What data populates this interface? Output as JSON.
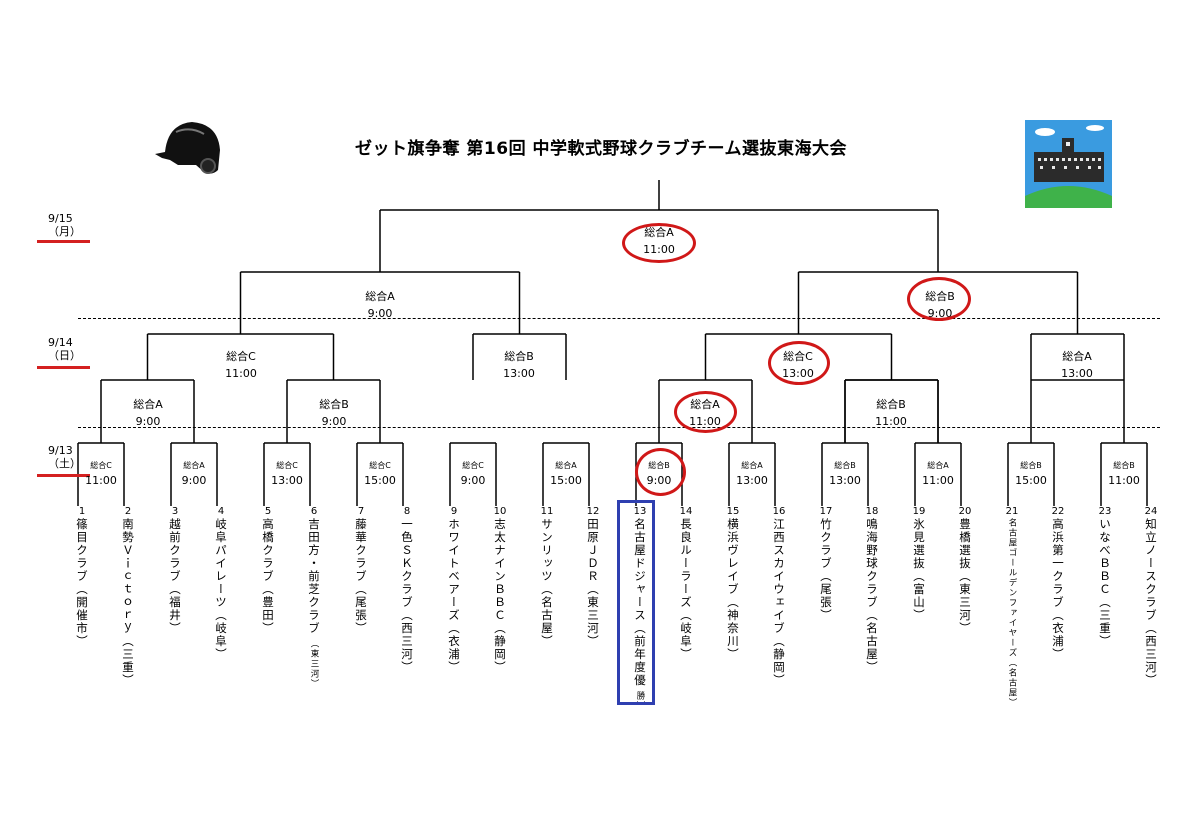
{
  "title": "ゼット旗争奪 第16回 中学軟式野球クラブチーム選抜東海大会",
  "dates": [
    {
      "date": "9/15",
      "day": "（月）"
    },
    {
      "date": "9/14",
      "day": "（日）"
    },
    {
      "date": "9/13",
      "day": "（土）"
    }
  ],
  "matches": {
    "final": {
      "venue": "総合A",
      "time": "11:00"
    },
    "sf_left": {
      "venue": "総合A",
      "time": "9:00"
    },
    "sf_right": {
      "venue": "総合B",
      "time": "9:00"
    },
    "qf1": {
      "venue": "総合C",
      "time": "11:00"
    },
    "qf2": {
      "venue": "総合B",
      "time": "13:00"
    },
    "qf3": {
      "venue": "総合C",
      "time": "13:00"
    },
    "qf4": {
      "venue": "総合A",
      "time": "13:00"
    },
    "r2_1": {
      "venue": "総合A",
      "time": "9:00"
    },
    "r2_2": {
      "venue": "総合B",
      "time": "9:00"
    },
    "r2_3": {
      "venue": "総合A",
      "time": "11:00"
    },
    "r2_4": {
      "venue": "総合B",
      "time": "11:00"
    },
    "r1_1": {
      "venue": "総合C",
      "time": "11:00"
    },
    "r1_2": {
      "venue": "総合A",
      "time": "9:00"
    },
    "r1_3": {
      "venue": "総合C",
      "time": "13:00"
    },
    "r1_4": {
      "venue": "総合C",
      "time": "15:00"
    },
    "r1_5": {
      "venue": "総合C",
      "time": "9:00"
    },
    "r1_6": {
      "venue": "総合A",
      "time": "15:00"
    },
    "r1_7": {
      "venue": "総合B",
      "time": "9:00"
    },
    "r1_8": {
      "venue": "総合A",
      "time": "13:00"
    },
    "r1_9": {
      "venue": "総合B",
      "time": "13:00"
    },
    "r1_10": {
      "venue": "総合A",
      "time": "11:00"
    },
    "r1_11": {
      "venue": "総合B",
      "time": "15:00"
    },
    "r1_12": {
      "venue": "総合B",
      "time": "11:00"
    }
  },
  "teams": [
    {
      "num": "1",
      "name": "篠目クラブ（開催市）"
    },
    {
      "num": "2",
      "name": "南勢Ｖｉｃｔｏｒｙ（三重）"
    },
    {
      "num": "3",
      "name": "越前クラブ（福井）"
    },
    {
      "num": "4",
      "name": "岐阜パイレーツ（岐阜）"
    },
    {
      "num": "5",
      "name": "高橋クラブ（豊田）"
    },
    {
      "num": "6",
      "name": "吉田方・前芝クラブ",
      "sub": "（東三河）"
    },
    {
      "num": "7",
      "name": "藤華クラブ（尾張）"
    },
    {
      "num": "8",
      "name": "一色ＳＫクラブ（西三河）"
    },
    {
      "num": "9",
      "name": "ホワイトベアーズ（衣浦）"
    },
    {
      "num": "10",
      "name": "志太ナインＢＢＣ（静岡）"
    },
    {
      "num": "11",
      "name": "サンリッツ（名古屋）"
    },
    {
      "num": "12",
      "name": "田原ＪＤＲ（東三河）"
    },
    {
      "num": "13",
      "name": "名古屋ドジャース（前年度優",
      "sub": "勝）"
    },
    {
      "num": "14",
      "name": "長良ルーラーズ（岐阜）"
    },
    {
      "num": "15",
      "name": "横浜ヴレイブ（神奈川）"
    },
    {
      "num": "16",
      "name": "江西スカイウェイブ（静岡）"
    },
    {
      "num": "17",
      "name": "竹クラブ（尾張）"
    },
    {
      "num": "18",
      "name": "鳴海野球クラブ（名古屋）"
    },
    {
      "num": "19",
      "name": "氷見選抜（富山）"
    },
    {
      "num": "20",
      "name": "豊橋選抜（東三河）"
    },
    {
      "num": "21",
      "name": "名古屋ゴールデンファイヤーズ（名古屋）",
      "small": true
    },
    {
      "num": "22",
      "name": "高浜第一クラブ（衣浦）"
    },
    {
      "num": "23",
      "name": "いなべＢＢＣ（三重）"
    },
    {
      "num": "24",
      "name": "知立ノースクラブ（西三河）"
    }
  ],
  "icons": [
    "helmet-icon",
    "stadium-icon"
  ],
  "colors": {
    "highlight_circle": "#d01818",
    "box": "#2f3fb0",
    "date_underline": "#d42020"
  }
}
